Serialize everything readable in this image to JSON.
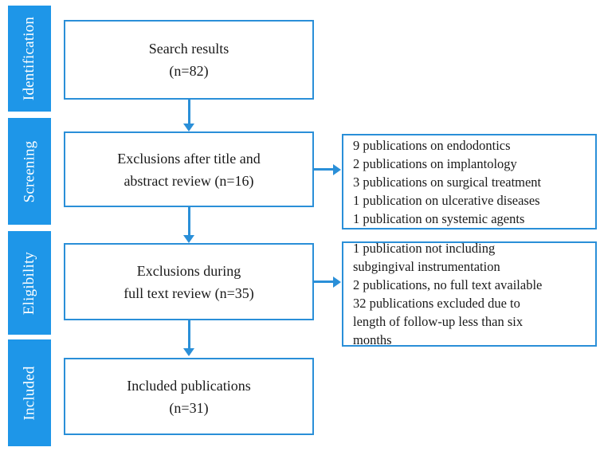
{
  "diagram": {
    "title": "PRISMA study selection flow diagram",
    "accent_color": "#1E96E8",
    "border_color": "#2A8FD8",
    "background_color": "#FFFFFF",
    "text_color": "#1A1A1A"
  },
  "stages": [
    {
      "label": "Identification"
    },
    {
      "label": "Screening"
    },
    {
      "label": "Eligibility"
    },
    {
      "label": "Included"
    }
  ],
  "flow_boxes": [
    {
      "text": "Search results\n(n=82)",
      "count": 82
    },
    {
      "text": "Exclusions after title and\nabstract review (n=16)",
      "count": 16
    },
    {
      "text": "Exclusions during\nfull text review (n=35)",
      "count": 35
    },
    {
      "text": "Included publications\n(n=31)",
      "count": 31
    }
  ],
  "side_boxes": [
    {
      "text": "9 publications on endodontics\n2 publications on implantology\n3 publications on surgical treatment\n1 publication on ulcerative diseases\n1 publication on systemic agents",
      "lines": [
        "9 publications on endodontics",
        "2 publications on implantology",
        "3 publications on surgical treatment",
        "1 publication on ulcerative diseases",
        "1 publication on systemic agents"
      ]
    },
    {
      "text": "1 publication not including\nsubgingival instrumentation\n2 publications, no full text available\n32 publications excluded due to\nlength of follow-up less than six\nmonths",
      "lines": [
        "1 publication not including",
        "subgingival instrumentation",
        "2 publications, no full text available",
        "32 publications excluded due to",
        "length of follow-up less than six",
        "months"
      ]
    }
  ],
  "connectors": [
    {
      "name": "arrow-search-to-title-screen",
      "direction": "down"
    },
    {
      "name": "arrow-title-screen-to-fulltext",
      "direction": "down"
    },
    {
      "name": "arrow-fulltext-to-included",
      "direction": "down"
    },
    {
      "name": "arrow-title-screen-to-exclusions-1",
      "direction": "right"
    },
    {
      "name": "arrow-fulltext-to-exclusions-2",
      "direction": "right"
    }
  ]
}
